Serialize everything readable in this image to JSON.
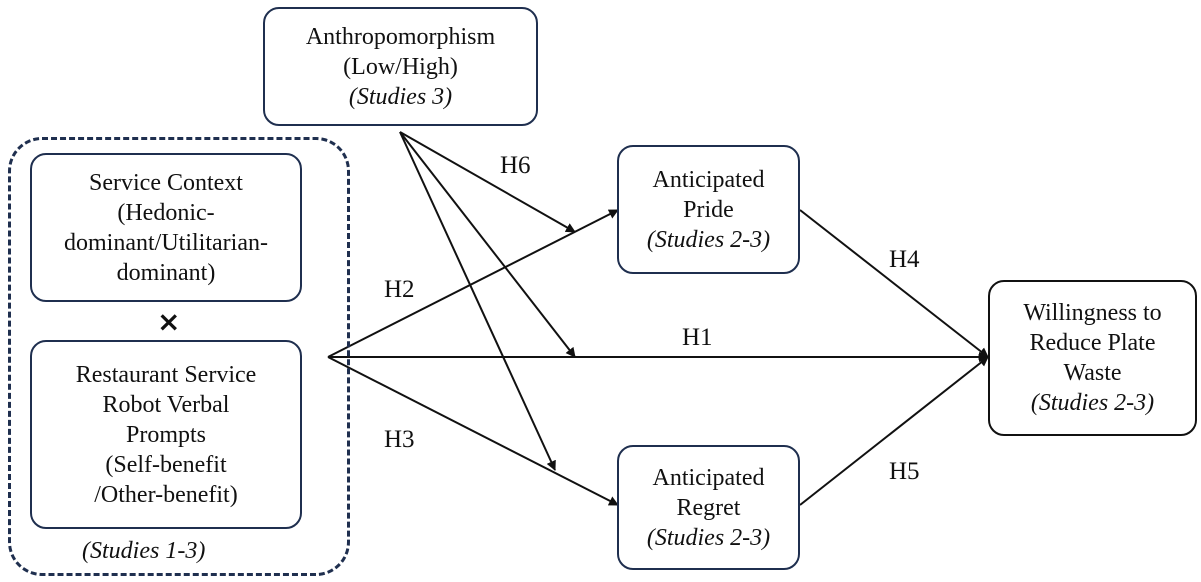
{
  "nodes": {
    "anthropomorphism": {
      "line1": "Anthropomorphism",
      "line2": "(Low/High)",
      "note": "(Studies 3)"
    },
    "service_context": {
      "line1": "Service Context",
      "line2": "(Hedonic-",
      "line3": "dominant/Utilitarian-",
      "line4": "dominant)"
    },
    "restaurant_prompts": {
      "line1": "Restaurant Service",
      "line2": "Robot Verbal",
      "line3": "Prompts",
      "line4": "(Self-benefit",
      "line5": "/Other-benefit)"
    },
    "group_note": "(Studies 1-3)",
    "interaction_symbol": "×",
    "pride": {
      "line1": "Anticipated",
      "line2": "Pride",
      "note": "(Studies 2-3)"
    },
    "regret": {
      "line1": "Anticipated",
      "line2": "Regret",
      "note": "(Studies 2-3)"
    },
    "willingness": {
      "line1": "Willingness to",
      "line2": "Reduce Plate",
      "line3": "Waste",
      "note": "(Studies 2-3)"
    }
  },
  "hypotheses": {
    "h1": "H1",
    "h2": "H2",
    "h3": "H3",
    "h4": "H4",
    "h5": "H5",
    "h6": "H6"
  },
  "colors": {
    "box_border": "#1f2f4f",
    "arrow": "#111111"
  }
}
